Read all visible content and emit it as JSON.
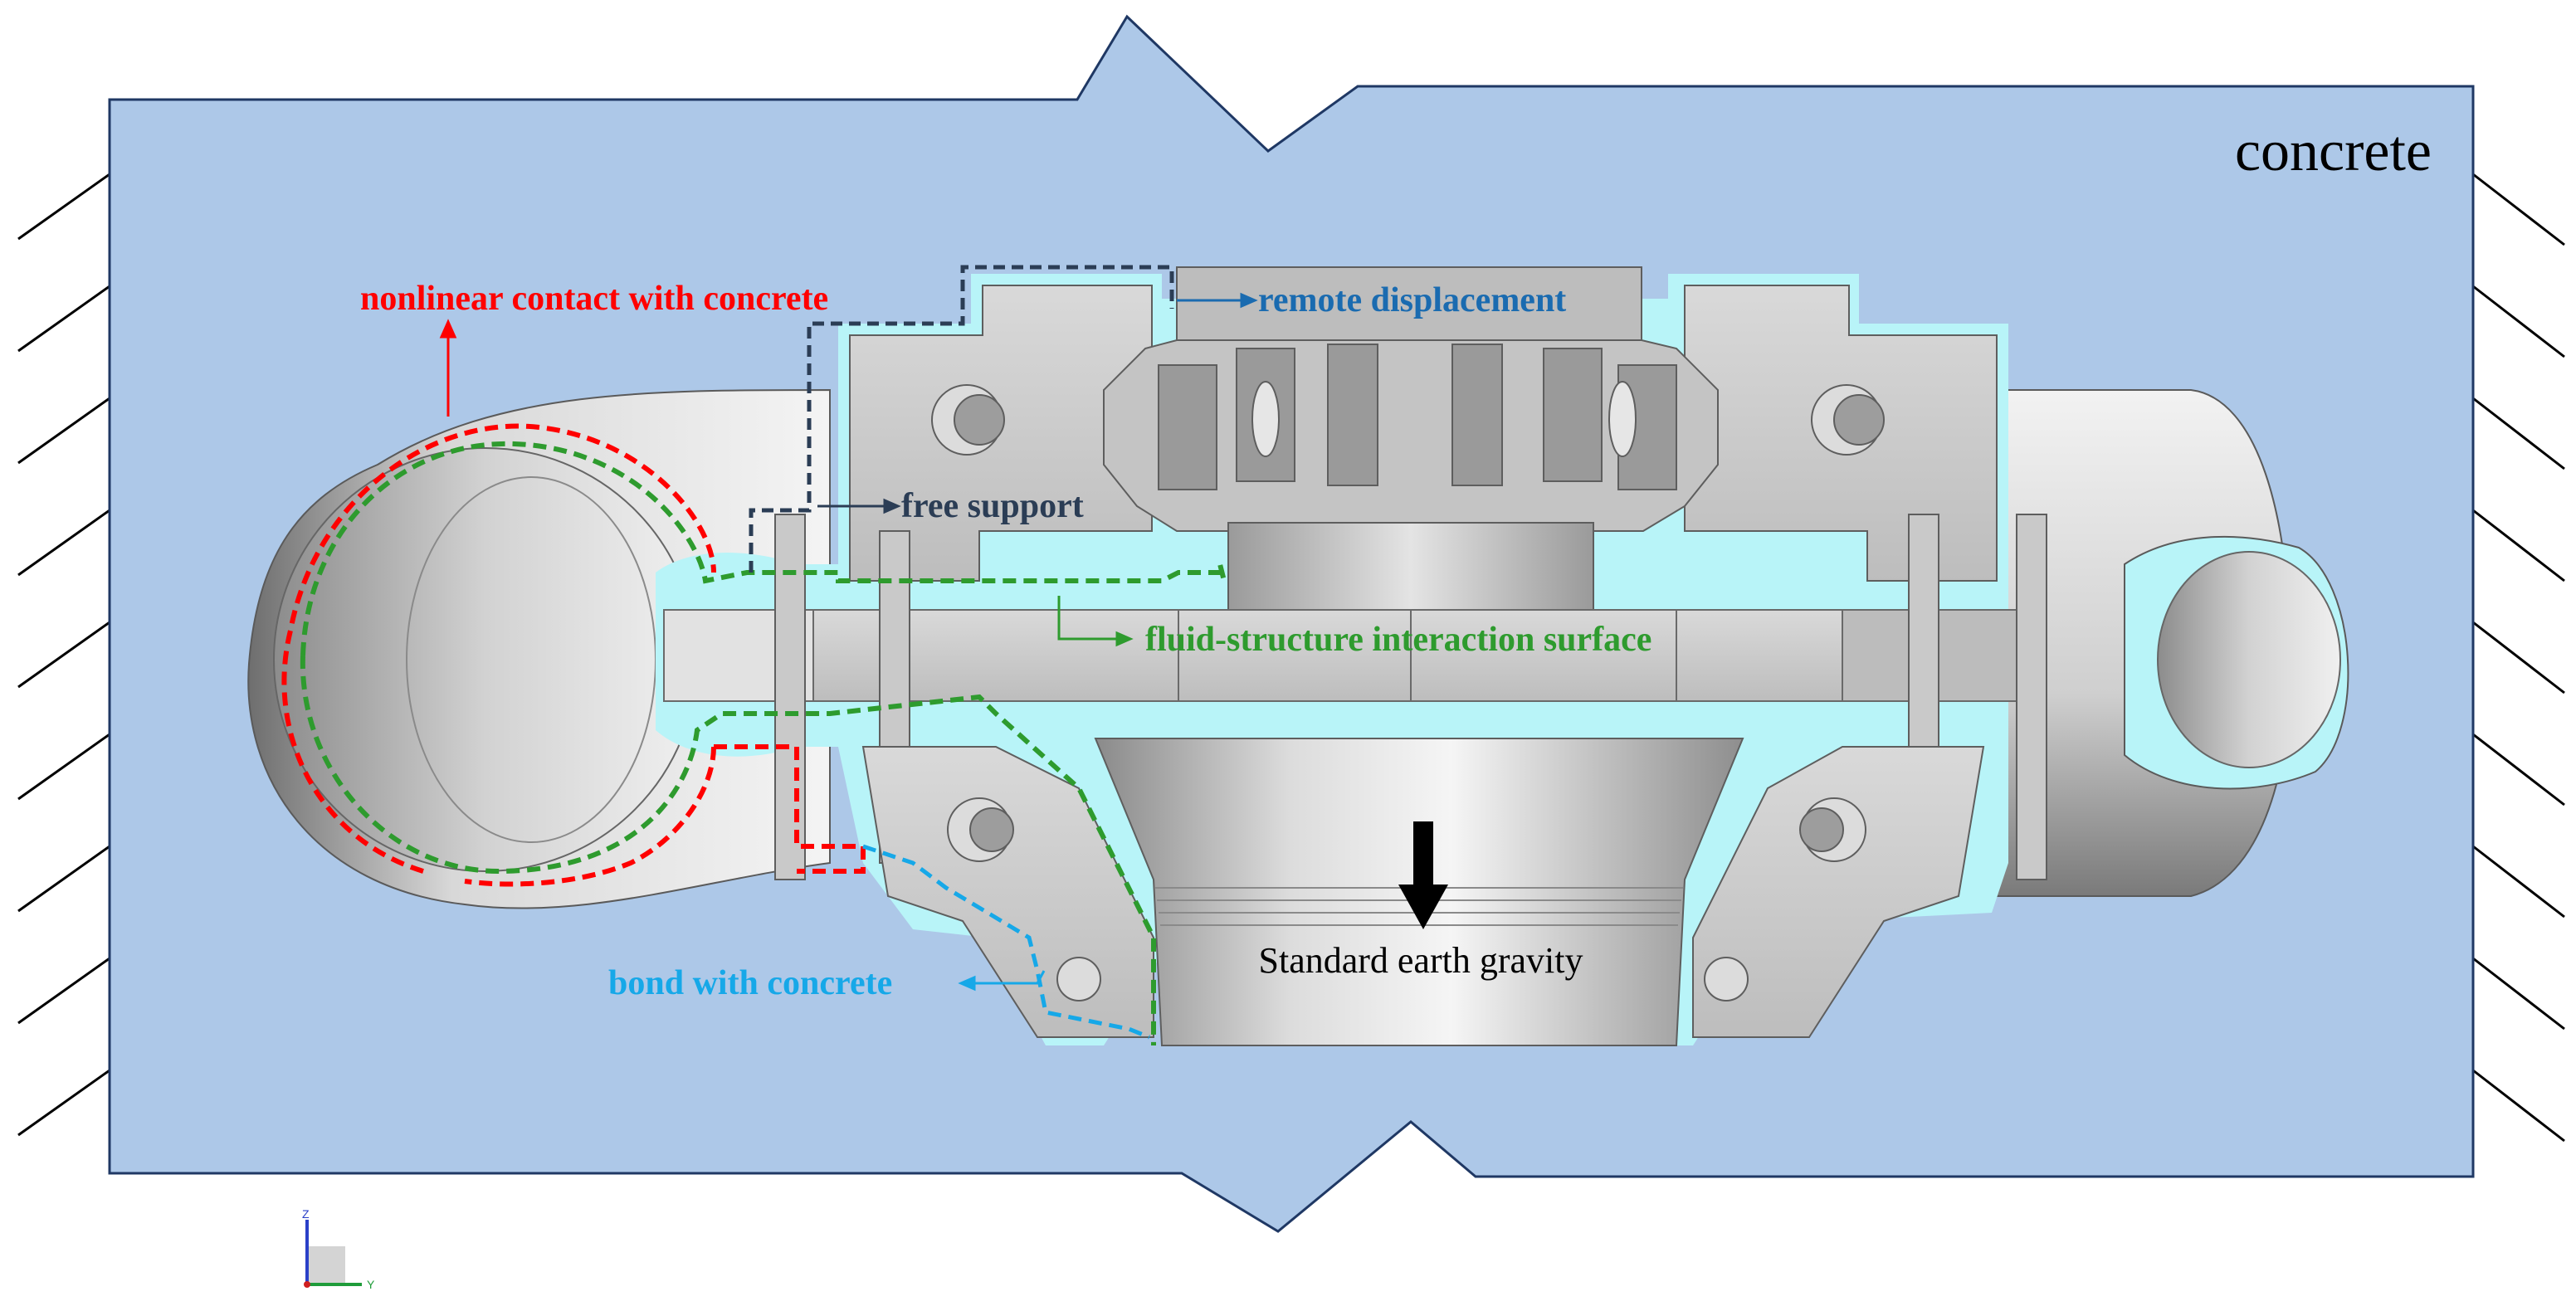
{
  "labels": {
    "concrete": "concrete",
    "nonlinear_contact": "nonlinear contact with concrete",
    "remote_displacement": "remote displacement",
    "free_support": "free support",
    "fsi_surface": "fluid-structure interaction surface",
    "bond": "bond with concrete",
    "gravity": "Standard earth gravity"
  },
  "triad": {
    "z": "Z",
    "y": "Y"
  },
  "colors": {
    "concrete_fill": "#adc8e8",
    "concrete_edge": "#1f3864",
    "cyan_gap": "#b8f4f8",
    "steel_light": "#e6e6e6",
    "steel_mid": "#c8c8c8",
    "steel_dark": "#8a8a8a",
    "nonlinear_red": "#ff0000",
    "remote_blue": "#1a6bb0",
    "free_navy": "#2b3d55",
    "fsi_green": "#2e9b2e",
    "bond_cyan": "#16a8e8",
    "gravity_black": "#000000"
  }
}
